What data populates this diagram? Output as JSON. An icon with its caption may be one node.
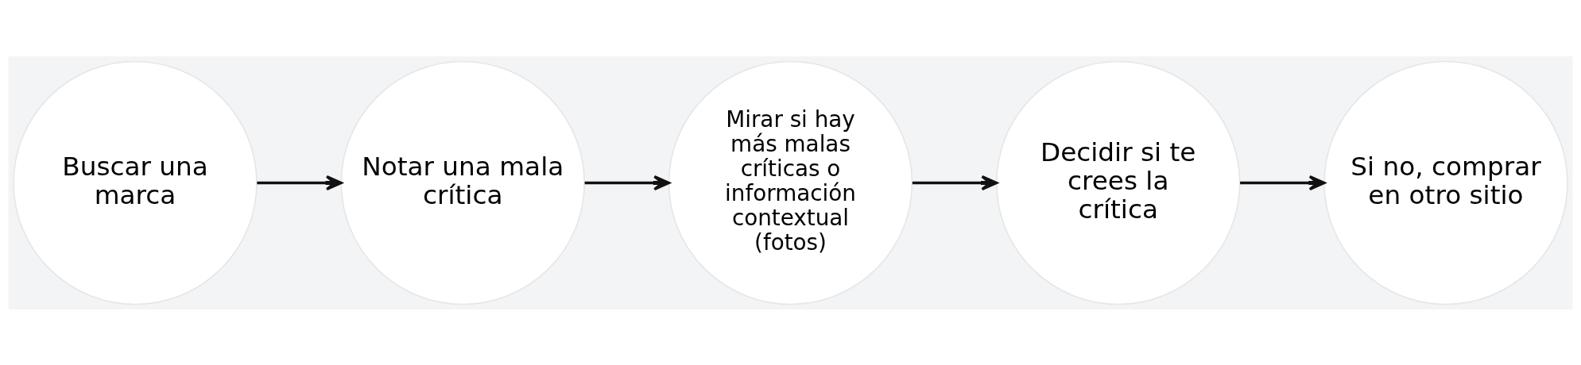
{
  "diagram": {
    "nodes": [
      {
        "text": [
          "Buscar una marca"
        ]
      },
      {
        "text": [
          "Notar una mala crítica"
        ]
      },
      {
        "text": [
          "Mirar si hay más malas críticas o información contextual (fotos)"
        ]
      },
      {
        "text": [
          "Decidir si te crees la crítica"
        ]
      },
      {
        "text": [
          "Si no, comprar en otro sitio"
        ]
      }
    ],
    "edges": [
      {
        "from": 0,
        "to": 1,
        "arrow": "to"
      },
      {
        "from": 1,
        "to": 2,
        "arrow": "to"
      },
      {
        "from": 2,
        "to": 3,
        "arrow": "to"
      },
      {
        "from": 3,
        "to": 4,
        "arrow": "to"
      }
    ]
  }
}
